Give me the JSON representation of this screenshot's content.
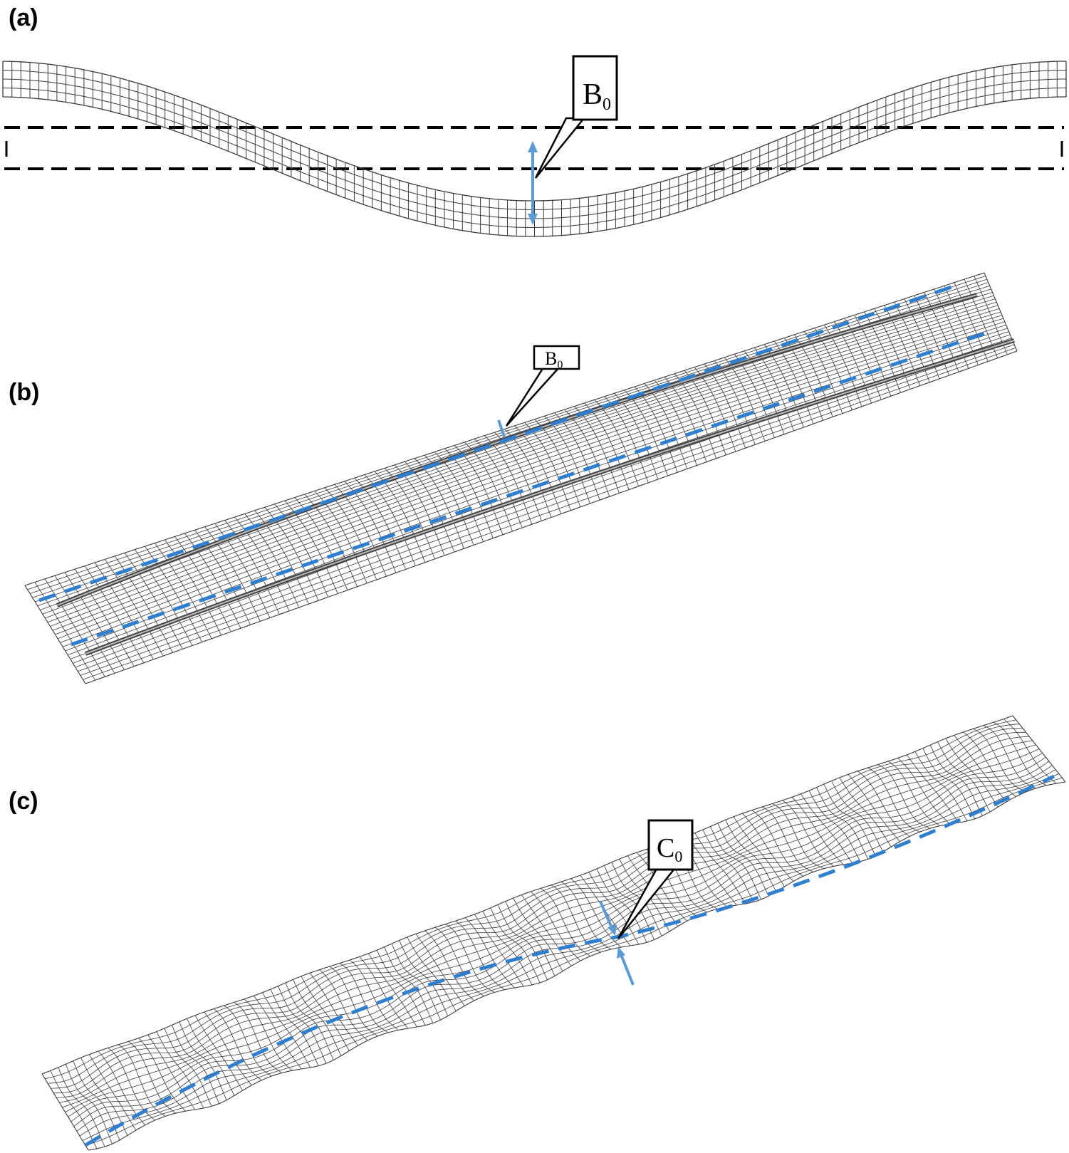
{
  "colors": {
    "mesh": "#3a3a3a",
    "accent_blue": "#2f7fd1",
    "arrow_blue": "#5b9bd5",
    "reference_line": "#000000",
    "background": "#ffffff"
  },
  "panels": {
    "a": {
      "label": "(a)",
      "callout": {
        "main": "B",
        "subscript": "0"
      }
    },
    "b": {
      "label": "(b)",
      "callout": {
        "main": "B",
        "subscript": "0"
      }
    },
    "c": {
      "label": "(c)",
      "callout": {
        "main": "C",
        "subscript": "0"
      }
    }
  }
}
